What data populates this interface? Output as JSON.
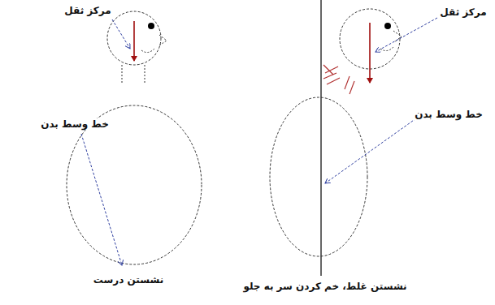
{
  "diagram": {
    "labels": [
      "مرکز ثقل",
      "مرکز ثقل",
      "خط وسط بدن",
      "خط وسط بدن",
      "نشستن درست",
      "نشستن غلط، خم کردن سر به جلو"
    ]
  }
}
